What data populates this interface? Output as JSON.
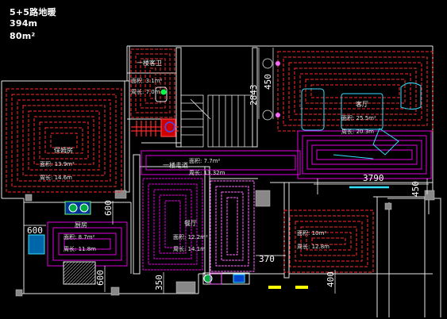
{
  "header": {
    "title": "5+5路地暖",
    "length": "394m",
    "area": "80m²"
  },
  "rooms": {
    "wc": {
      "name": "一楼客卫",
      "area": "面积: 3.1m²",
      "perim": "周长: 7.0m"
    },
    "left_bedroom": {
      "name": "保姆房",
      "area": "面积: 13.9m²",
      "perim": "周长: 14.6m"
    },
    "hall": {
      "name": "一楼走道",
      "area": "面积: 7.7m²",
      "perim": "周长: 13.32m"
    },
    "living": {
      "name": "客厅",
      "area": "面积: 25.5m²",
      "perim": "周长: 20.3m"
    },
    "kitchen": {
      "name": "厨房",
      "area": "面积: 8.7m²",
      "perim": "周长: 11.8m"
    },
    "dining": {
      "name": "餐厅",
      "area": "面积: 12.2m²",
      "perim": "周长: 14.1m"
    },
    "br_room": {
      "area": "面积: 10m²",
      "perim": "周长: 12.8m"
    }
  },
  "dimensions": {
    "d450": "450",
    "d2843": "2843",
    "d3790": "3790",
    "d450b": "450",
    "d600a": "600",
    "d600b": "600",
    "d600c": "600",
    "d350": "350",
    "d370": "370",
    "d400": "400"
  },
  "colors": {
    "wall": "#e6e6e6",
    "pipe_red": "#ff2a2a",
    "pipe_magenta": "#e000e0",
    "pipe_pink": "#ff66ff",
    "cyan": "#33e0ff",
    "green": "#00ff44",
    "yellow": "#ffff00",
    "blue": "#4a4aff"
  }
}
